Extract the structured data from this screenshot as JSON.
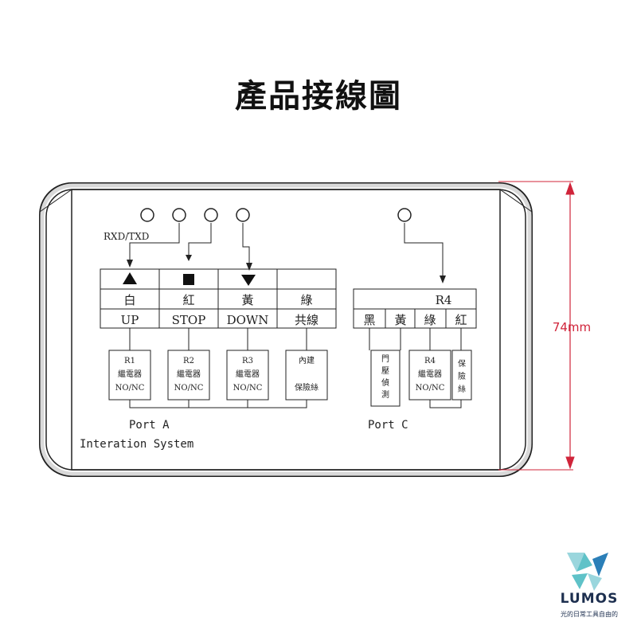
{
  "title": "產品接線圖",
  "dimension": "74mm",
  "rxd_txd": "RXD/TXD",
  "port_a": "Port A",
  "port_c": "Port C",
  "system_label": "Interation System",
  "buttons": [
    {
      "symbol": "▲",
      "color": "白",
      "function": "UP"
    },
    {
      "symbol": "■",
      "color": "紅",
      "function": "STOP"
    },
    {
      "symbol": "▼",
      "color": "黃",
      "function": "DOWN"
    },
    {
      "symbol": "",
      "color": "綠",
      "function": "共線"
    }
  ],
  "r4_header": "R4",
  "r4_colors": [
    "黑",
    "黃",
    "綠",
    "紅"
  ],
  "relays_a": [
    {
      "line1": "R1",
      "line2": "繼電器",
      "line3": "NO/NC"
    },
    {
      "line1": "R2",
      "line2": "繼電器",
      "line3": "NO/NC"
    },
    {
      "line1": "R3",
      "line2": "繼電器",
      "line3": "NO/NC"
    },
    {
      "line1": "內建",
      "line2": "",
      "line3": "保險絲"
    }
  ],
  "box_c_vertical_1": [
    "門",
    "壓",
    "偵",
    "測"
  ],
  "relay_r4": {
    "line1": "R4",
    "line2": "繼電器",
    "line3": "NO/NC"
  },
  "box_c_vertical_2": [
    "保",
    "險",
    "絲"
  ],
  "brand": {
    "name": "LUMOS",
    "tagline": "光的日常工具自由的",
    "colors": {
      "teal": "#5fc2c8",
      "blue": "#2b7fb8",
      "navy": "#1d2f4f",
      "light": "#9ad6dd"
    }
  }
}
